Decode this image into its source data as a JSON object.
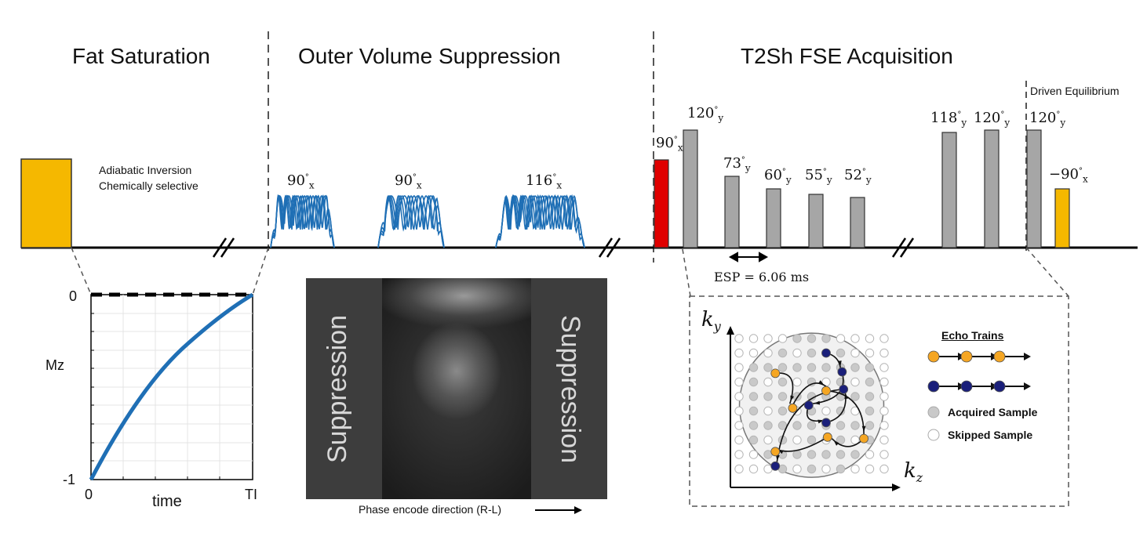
{
  "sections": {
    "fat_sat": "Fat Saturation",
    "ovs": "Outer Volume Suppression",
    "fse": "T2Sh FSE Acquisition"
  },
  "fat_sat": {
    "pulse_label_1": "Adiabatic Inversion",
    "pulse_label_2": "Chemically selective",
    "pulse_color": "#F5B800",
    "plot": {
      "ylabel": "Mz",
      "xlabel": "time",
      "y_top": "0",
      "y_bottom": "-1",
      "x_left": "0",
      "x_right": "TI"
    }
  },
  "ovs": {
    "pulses": [
      "90",
      "90",
      "116"
    ],
    "pulse_subs": [
      "x",
      "x",
      "x"
    ],
    "left_label": "Suppression",
    "right_label": "Suppression",
    "caption": "Phase encode direction (R-L)",
    "pulse_color": "#1F6FB5"
  },
  "fse": {
    "excite": {
      "angle": "90",
      "sub": "x",
      "color": "#E00000"
    },
    "refocus": [
      {
        "angle": "120",
        "sub": "y"
      },
      {
        "angle": "73",
        "sub": "y"
      },
      {
        "angle": "60",
        "sub": "y"
      },
      {
        "angle": "55",
        "sub": "y"
      },
      {
        "angle": "52",
        "sub": "y"
      },
      {
        "angle": "118",
        "sub": "y"
      },
      {
        "angle": "120",
        "sub": "y"
      },
      {
        "angle": "120",
        "sub": "y"
      }
    ],
    "restore": {
      "angle": "−90",
      "sub": "x",
      "color": "#F5B800"
    },
    "driven_eq": "Driven Equilibrium",
    "esp": "ESP = 6.06 ms",
    "bar_color": "#A6A6A6"
  },
  "kspace": {
    "ky": "k",
    "ky_sub": "y",
    "kz": "k",
    "kz_sub": "z",
    "legend_title": "Echo Trains",
    "legend_acquired": "Acquired Sample",
    "legend_skipped": "Skipped Sample",
    "orange": "#F5A623",
    "navy": "#1A1F7A"
  }
}
